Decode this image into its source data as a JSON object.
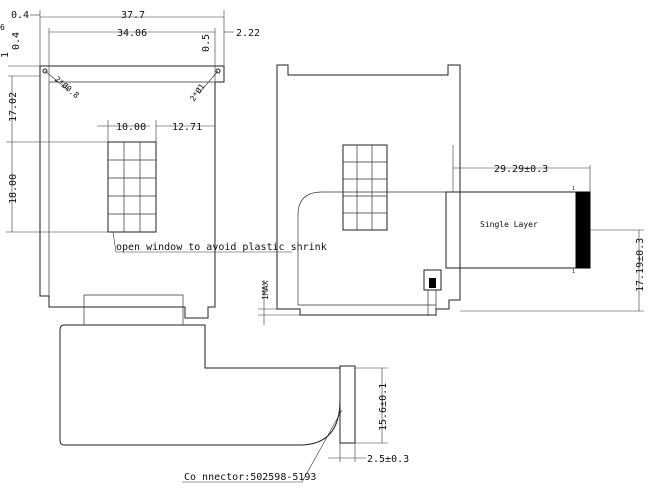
{
  "front_view": {
    "dim_width_overall": "37.7",
    "dim_width_inner": "34.06",
    "dim_top_left_a": "0.4",
    "dim_top_left_b": "0.4",
    "dim_top_left_c": "1",
    "dim_top_right_gap": "0.5",
    "dim_top_right_offset": "2.22",
    "dim_left_top": "17.02",
    "dim_left_window": "18.00",
    "dim_window_width": "10.00",
    "dim_window_offset": "12.71",
    "hole_left": "2*Ø0.8",
    "hole_right": "2*Ø1",
    "partial_top_left_char": "6",
    "note_window": "open window to avoid plastic shrink"
  },
  "side_view": {
    "dim_fpc_length": "29.29±0.3",
    "dim_fpc_height": "17.19±0.3",
    "dim_thickness": "1MAX",
    "fpc_label": "Single Layer"
  },
  "connector": {
    "dim_height": "15.6±0.1",
    "dim_width": "2.5±0.3",
    "label": "Co nnector:502598-5193"
  }
}
